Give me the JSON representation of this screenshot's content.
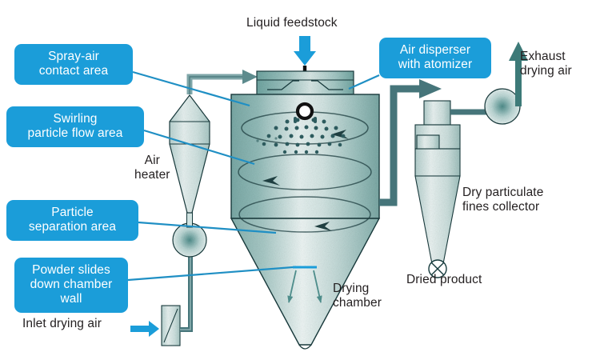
{
  "diagram": {
    "title": "Spray dryer process schematic",
    "colors": {
      "callout_blue": "#1b9dd9",
      "leader_blue": "#1f8fc4",
      "chamber_teal": "#8fb9b6",
      "chamber_teal_light": "#d6e6e4",
      "duct_dark_teal": "#46757a",
      "duct_light_teal": "#6f9a9c",
      "outline_dark": "#153a3c",
      "text_dark": "#231f20",
      "background": "#ffffff"
    },
    "callouts": [
      {
        "id": "spray-air-contact-area",
        "text": "Spray-air\ncontact area"
      },
      {
        "id": "swirling-particle-flow-area",
        "text": "Swirling\nparticle flow area"
      },
      {
        "id": "particle-separation-area",
        "text": "Particle\nseparation area"
      },
      {
        "id": "powder-slides-down-chamber-wall",
        "text": "Powder slides\ndown chamber\nwall"
      },
      {
        "id": "air-disperser-with-atomizer",
        "text": "Air disperser\nwith atomizer"
      }
    ],
    "labels": [
      {
        "id": "liquid-feedstock",
        "text": "Liquid feedstock"
      },
      {
        "id": "exhaust-drying-air",
        "text": "Exhaust\ndrying air"
      },
      {
        "id": "air-heater",
        "text": "Air\nheater"
      },
      {
        "id": "inlet-drying-air",
        "text": "Inlet drying air"
      },
      {
        "id": "drying-chamber",
        "text": "Drying\nchamber"
      },
      {
        "id": "dry-particulate-fines-collector",
        "text": "Dry particulate\nfines collector"
      },
      {
        "id": "dried-product",
        "text": "Dried product"
      }
    ]
  }
}
